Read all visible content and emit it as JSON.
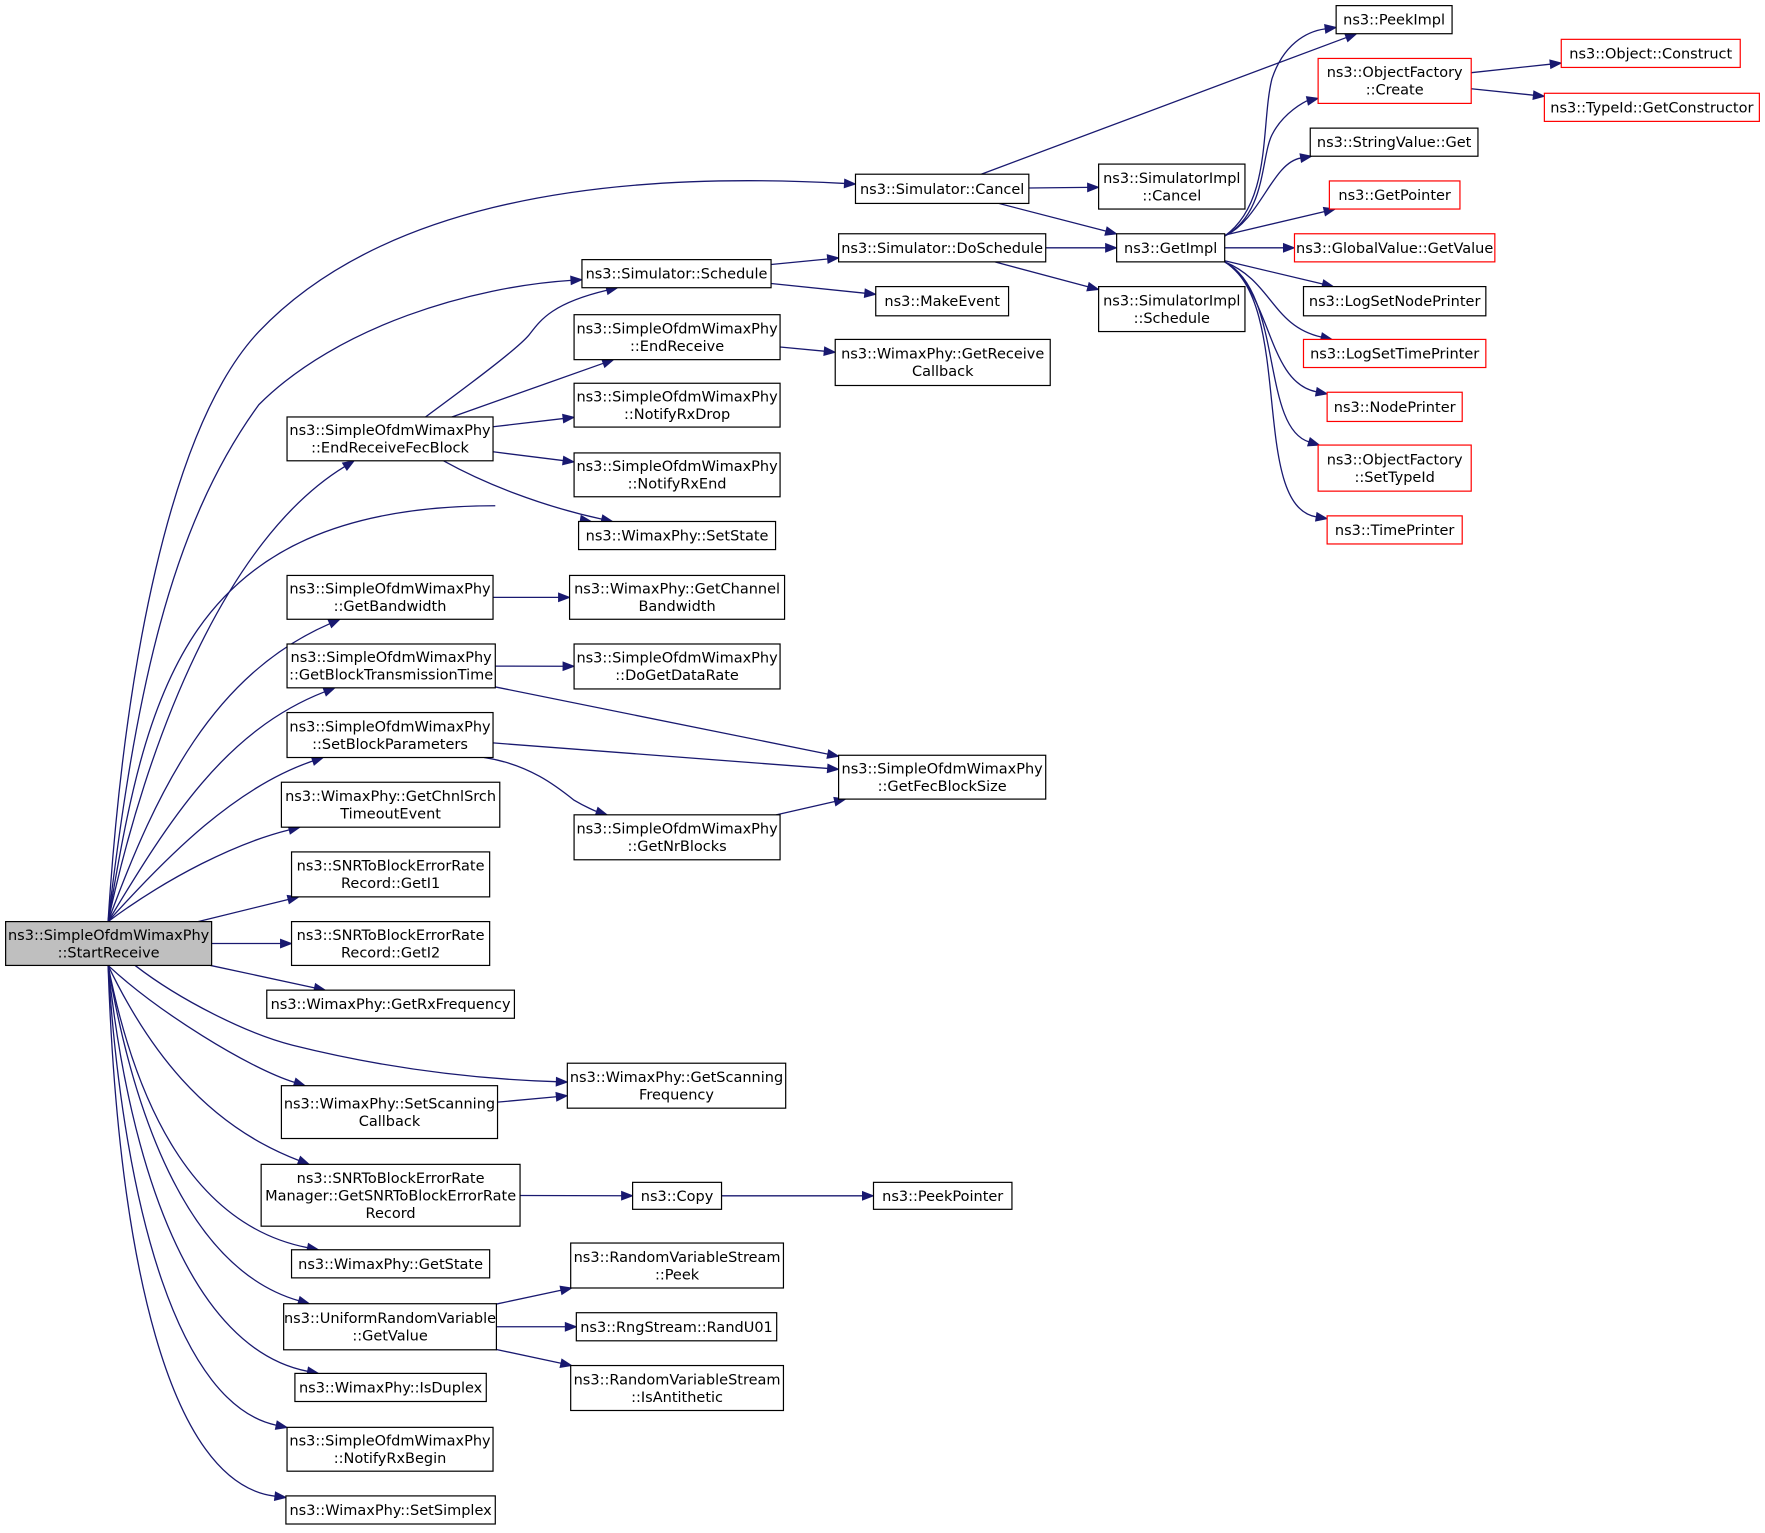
{
  "colors": {
    "edge": "#191970",
    "node_border": "#000000",
    "node_border_truncated": "#ff0000",
    "focus_fill": "#bfbfbf"
  },
  "nodes": {
    "start_receive": {
      "lines": [
        "ns3::SimpleOfdmWimaxPhy",
        "::StartReceive"
      ],
      "style": "focus"
    },
    "sim_cancel": {
      "lines": [
        "ns3::Simulator::Cancel"
      ]
    },
    "sim_schedule": {
      "lines": [
        "ns3::Simulator::Schedule"
      ]
    },
    "end_receive_fec": {
      "lines": [
        "ns3::SimpleOfdmWimaxPhy",
        "::EndReceiveFecBlock"
      ]
    },
    "set_state": {
      "lines": [
        "ns3::WimaxPhy::SetState"
      ]
    },
    "get_bandwidth": {
      "lines": [
        "ns3::SimpleOfdmWimaxPhy",
        "::GetBandwidth"
      ]
    },
    "get_block_tx_time": {
      "lines": [
        "ns3::SimpleOfdmWimaxPhy",
        "::GetBlockTransmissionTime"
      ]
    },
    "set_block_params": {
      "lines": [
        "ns3::SimpleOfdmWimaxPhy",
        "::SetBlockParameters"
      ]
    },
    "get_chnl_srch": {
      "lines": [
        "ns3::WimaxPhy::GetChnlSrch",
        "TimeoutEvent"
      ]
    },
    "get_i1": {
      "lines": [
        "ns3::SNRToBlockErrorRate",
        "Record::GetI1"
      ]
    },
    "get_i2": {
      "lines": [
        "ns3::SNRToBlockErrorRate",
        "Record::GetI2"
      ]
    },
    "get_rx_freq": {
      "lines": [
        "ns3::WimaxPhy::GetRxFrequency"
      ]
    },
    "set_scanning_cb": {
      "lines": [
        "ns3::WimaxPhy::SetScanning",
        "Callback"
      ]
    },
    "get_snr_record": {
      "lines": [
        "ns3::SNRToBlockErrorRate",
        "Manager::GetSNRToBlockErrorRate",
        "Record"
      ]
    },
    "get_state": {
      "lines": [
        "ns3::WimaxPhy::GetState"
      ]
    },
    "uniform_get_value": {
      "lines": [
        "ns3::UniformRandomVariable",
        "::GetValue"
      ]
    },
    "is_duplex": {
      "lines": [
        "ns3::WimaxPhy::IsDuplex"
      ]
    },
    "notify_rx_begin": {
      "lines": [
        "ns3::SimpleOfdmWimaxPhy",
        "::NotifyRxBegin"
      ]
    },
    "set_simplex": {
      "lines": [
        "ns3::WimaxPhy::SetSimplex"
      ]
    },
    "end_receive": {
      "lines": [
        "ns3::SimpleOfdmWimaxPhy",
        "::EndReceive"
      ]
    },
    "notify_rx_drop": {
      "lines": [
        "ns3::SimpleOfdmWimaxPhy",
        "::NotifyRxDrop"
      ]
    },
    "notify_rx_end": {
      "lines": [
        "ns3::SimpleOfdmWimaxPhy",
        "::NotifyRxEnd"
      ]
    },
    "get_channel_bw": {
      "lines": [
        "ns3::WimaxPhy::GetChannel",
        "Bandwidth"
      ]
    },
    "do_get_data_rate": {
      "lines": [
        "ns3::SimpleOfdmWimaxPhy",
        "::DoGetDataRate"
      ]
    },
    "get_nr_blocks": {
      "lines": [
        "ns3::SimpleOfdmWimaxPhy",
        "::GetNrBlocks"
      ]
    },
    "get_scanning_freq": {
      "lines": [
        "ns3::WimaxPhy::GetScanning",
        "Frequency"
      ]
    },
    "copy": {
      "lines": [
        "ns3::Copy"
      ]
    },
    "rvs_peek": {
      "lines": [
        "ns3::RandomVariableStream",
        "::Peek"
      ]
    },
    "rand_u01": {
      "lines": [
        "ns3::RngStream::RandU01"
      ]
    },
    "rvs_is_antithetic": {
      "lines": [
        "ns3::RandomVariableStream",
        "::IsAntithetic"
      ]
    },
    "sim_do_schedule": {
      "lines": [
        "ns3::Simulator::DoSchedule"
      ]
    },
    "make_event": {
      "lines": [
        "ns3::MakeEvent"
      ]
    },
    "get_receive_cb": {
      "lines": [
        "ns3::WimaxPhy::GetReceive",
        "Callback"
      ]
    },
    "get_fec_block_size": {
      "lines": [
        "ns3::SimpleOfdmWimaxPhy",
        "::GetFecBlockSize"
      ]
    },
    "peek_pointer": {
      "lines": [
        "ns3::PeekPointer"
      ]
    },
    "simimpl_cancel": {
      "lines": [
        "ns3::SimulatorImpl",
        "::Cancel"
      ]
    },
    "get_impl": {
      "lines": [
        "ns3::GetImpl"
      ]
    },
    "simimpl_schedule": {
      "lines": [
        "ns3::SimulatorImpl",
        "::Schedule"
      ]
    },
    "peek_impl": {
      "lines": [
        "ns3::PeekImpl"
      ]
    },
    "of_create": {
      "lines": [
        "ns3::ObjectFactory",
        "::Create"
      ],
      "style": "red"
    },
    "string_value_get": {
      "lines": [
        "ns3::StringValue::Get"
      ]
    },
    "get_pointer": {
      "lines": [
        "ns3::GetPointer"
      ],
      "style": "red"
    },
    "global_value_get": {
      "lines": [
        "ns3::GlobalValue::GetValue"
      ],
      "style": "red"
    },
    "log_set_node_printer": {
      "lines": [
        "ns3::LogSetNodePrinter"
      ]
    },
    "log_set_time_printer": {
      "lines": [
        "ns3::LogSetTimePrinter"
      ],
      "style": "red"
    },
    "node_printer": {
      "lines": [
        "ns3::NodePrinter"
      ],
      "style": "red"
    },
    "of_set_type_id": {
      "lines": [
        "ns3::ObjectFactory",
        "::SetTypeId"
      ],
      "style": "red"
    },
    "time_printer": {
      "lines": [
        "ns3::TimePrinter"
      ],
      "style": "red"
    },
    "object_construct": {
      "lines": [
        "ns3::Object::Construct"
      ],
      "style": "red"
    },
    "typeid_get_ctor": {
      "lines": [
        "ns3::TypeId::GetConstructor"
      ],
      "style": "red"
    }
  },
  "edges": [
    [
      "start_receive",
      "sim_cancel"
    ],
    [
      "start_receive",
      "sim_schedule"
    ],
    [
      "start_receive",
      "end_receive_fec"
    ],
    [
      "start_receive",
      "set_state"
    ],
    [
      "start_receive",
      "get_bandwidth"
    ],
    [
      "start_receive",
      "get_block_tx_time"
    ],
    [
      "start_receive",
      "set_block_params"
    ],
    [
      "start_receive",
      "get_chnl_srch"
    ],
    [
      "start_receive",
      "get_i1"
    ],
    [
      "start_receive",
      "get_i2"
    ],
    [
      "start_receive",
      "get_rx_freq"
    ],
    [
      "start_receive",
      "get_scanning_freq"
    ],
    [
      "start_receive",
      "set_scanning_cb"
    ],
    [
      "start_receive",
      "get_snr_record"
    ],
    [
      "start_receive",
      "get_state"
    ],
    [
      "start_receive",
      "uniform_get_value"
    ],
    [
      "start_receive",
      "is_duplex"
    ],
    [
      "start_receive",
      "notify_rx_begin"
    ],
    [
      "start_receive",
      "set_simplex"
    ],
    [
      "sim_cancel",
      "simimpl_cancel"
    ],
    [
      "sim_cancel",
      "get_impl"
    ],
    [
      "sim_cancel",
      "peek_impl"
    ],
    [
      "sim_schedule",
      "sim_do_schedule"
    ],
    [
      "sim_schedule",
      "make_event"
    ],
    [
      "end_receive_fec",
      "sim_schedule"
    ],
    [
      "end_receive_fec",
      "end_receive"
    ],
    [
      "end_receive_fec",
      "notify_rx_drop"
    ],
    [
      "end_receive_fec",
      "notify_rx_end"
    ],
    [
      "end_receive_fec",
      "set_state"
    ],
    [
      "get_bandwidth",
      "get_channel_bw"
    ],
    [
      "get_block_tx_time",
      "do_get_data_rate"
    ],
    [
      "get_block_tx_time",
      "get_fec_block_size"
    ],
    [
      "set_block_params",
      "get_fec_block_size"
    ],
    [
      "set_block_params",
      "get_nr_blocks"
    ],
    [
      "get_nr_blocks",
      "get_fec_block_size"
    ],
    [
      "set_scanning_cb",
      "get_scanning_freq"
    ],
    [
      "get_snr_record",
      "copy"
    ],
    [
      "copy",
      "peek_pointer"
    ],
    [
      "uniform_get_value",
      "rvs_peek"
    ],
    [
      "uniform_get_value",
      "rand_u01"
    ],
    [
      "uniform_get_value",
      "rvs_is_antithetic"
    ],
    [
      "end_receive",
      "get_receive_cb"
    ],
    [
      "sim_do_schedule",
      "get_impl"
    ],
    [
      "sim_do_schedule",
      "simimpl_schedule"
    ],
    [
      "get_impl",
      "peek_impl"
    ],
    [
      "get_impl",
      "of_create"
    ],
    [
      "get_impl",
      "string_value_get"
    ],
    [
      "get_impl",
      "get_pointer"
    ],
    [
      "get_impl",
      "global_value_get"
    ],
    [
      "get_impl",
      "log_set_node_printer"
    ],
    [
      "get_impl",
      "log_set_time_printer"
    ],
    [
      "get_impl",
      "node_printer"
    ],
    [
      "get_impl",
      "of_set_type_id"
    ],
    [
      "get_impl",
      "time_printer"
    ],
    [
      "of_create",
      "object_construct"
    ],
    [
      "of_create",
      "typeid_get_ctor"
    ]
  ]
}
